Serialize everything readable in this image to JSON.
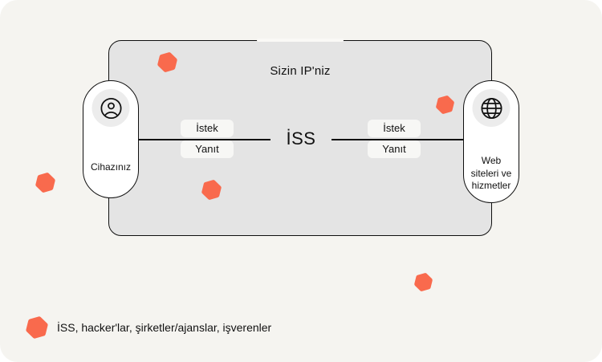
{
  "panel": {
    "title": "Sizin IP'niz",
    "isp": "İSS"
  },
  "nodes": {
    "device": {
      "label": "Cihazınız",
      "icon": "user-icon"
    },
    "web": {
      "label": "Web siteleri ve hizmetler",
      "icon": "globe-icon"
    }
  },
  "links": {
    "left": {
      "request": "İstek",
      "response": "Yanıt"
    },
    "right": {
      "request": "İstek",
      "response": "Yanıt"
    }
  },
  "legend": {
    "label": "İSS, hacker'lar, şirketler/ajanslar, işverenler",
    "icon": "hexagon-icon"
  },
  "colors": {
    "threat": "#f96a4d",
    "panel": "#e4e4e4",
    "canvas": "#f5f4f0",
    "threat_css": "color:#f96a4d"
  }
}
